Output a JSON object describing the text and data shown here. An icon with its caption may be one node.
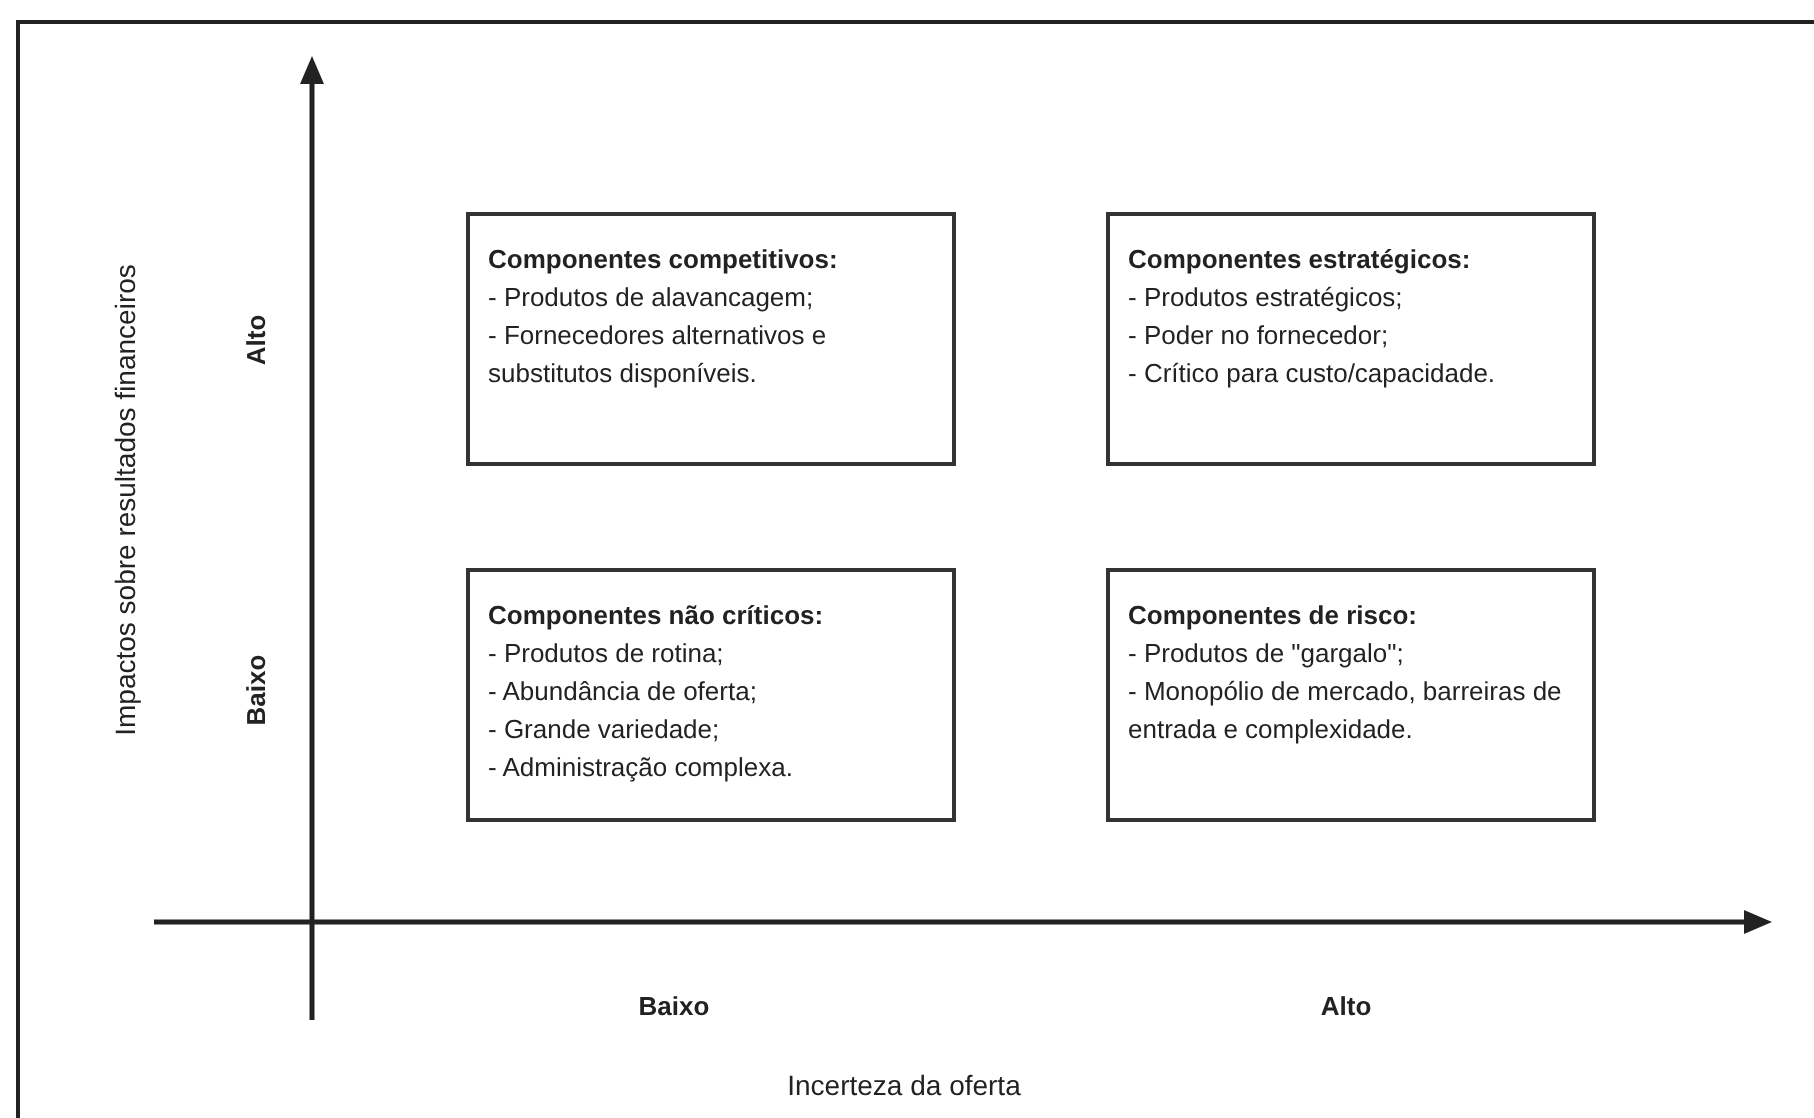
{
  "diagram": {
    "nodes": [
      {
        "text": [
          "Componentes competitivos:",
          "- Produtos de alavancagem;",
          "- Fornecedores alternativos e substitutos disponíveis."
        ]
      },
      {
        "text": [
          "Componentes estratégicos:",
          "- Produtos estratégicos;",
          "- Poder no fornecedor;",
          "- Crítico para custo/capacidade."
        ]
      },
      {
        "text": [
          "Componentes não críticos:",
          "- Produtos de rotina;",
          "- Abundância de oferta;",
          "- Grande variedade;",
          "- Administração complexa."
        ]
      },
      {
        "text": [
          "Componentes de risco:",
          "- Produtos de \"gargalo\";",
          "- Monopólio de mercado, barreiras de entrada e complexidade."
        ]
      }
    ],
    "labels": [
      "Impactos sobre resultados financeiros",
      "Alto",
      "Baixo",
      "Baixo",
      "Alto",
      "Incerteza da oferta"
    ]
  }
}
